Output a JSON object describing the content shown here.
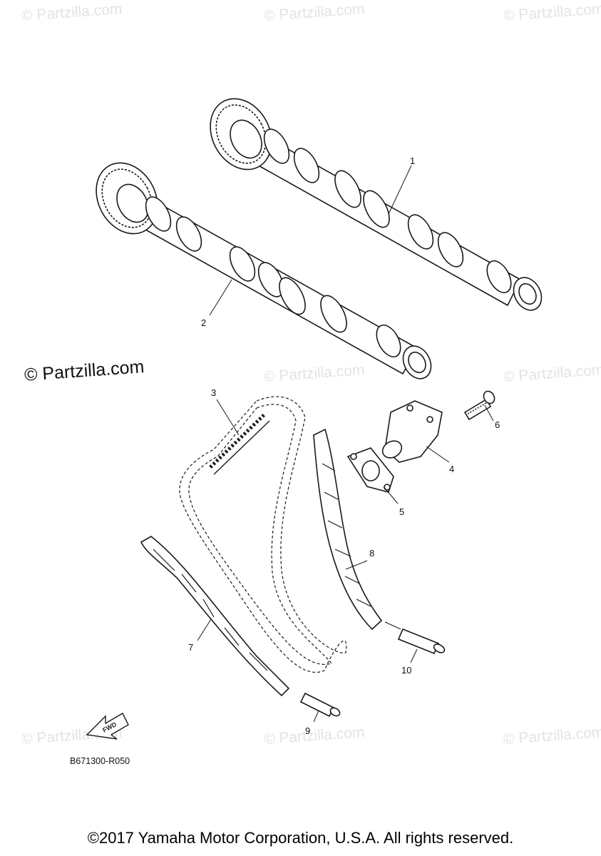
{
  "watermarks": {
    "text": "© Partzilla.com",
    "items": [
      "© Partzilla.com",
      "© Partzilla.com",
      "© Partzilla.com",
      "© Partzilla.com",
      "© Partzilla.com",
      "© Partzilla.com",
      "© Partzilla.com",
      "© Partzilla.com"
    ]
  },
  "main_watermark": "© Partzilla.com",
  "callouts": [
    {
      "label": "1",
      "part": "camshaft-1"
    },
    {
      "label": "2",
      "part": "camshaft-2"
    },
    {
      "label": "3",
      "part": "timing-chain"
    },
    {
      "label": "4",
      "part": "chain-tensioner"
    },
    {
      "label": "5",
      "part": "tensioner-gasket"
    },
    {
      "label": "6",
      "part": "tensioner-bolt"
    },
    {
      "label": "7",
      "part": "chain-guide-left"
    },
    {
      "label": "8",
      "part": "chain-guide-right"
    },
    {
      "label": "9",
      "part": "guide-pin-lower"
    },
    {
      "label": "10",
      "part": "guide-pin-right"
    }
  ],
  "fwd_label": "FWD",
  "diagram_code": "B671300-R050",
  "copyright": "©2017 Yamaha Motor Corporation, U.S.A. All rights reserved.",
  "colors": {
    "line": "#1a1a1a",
    "watermark": "#e3e3e3"
  }
}
